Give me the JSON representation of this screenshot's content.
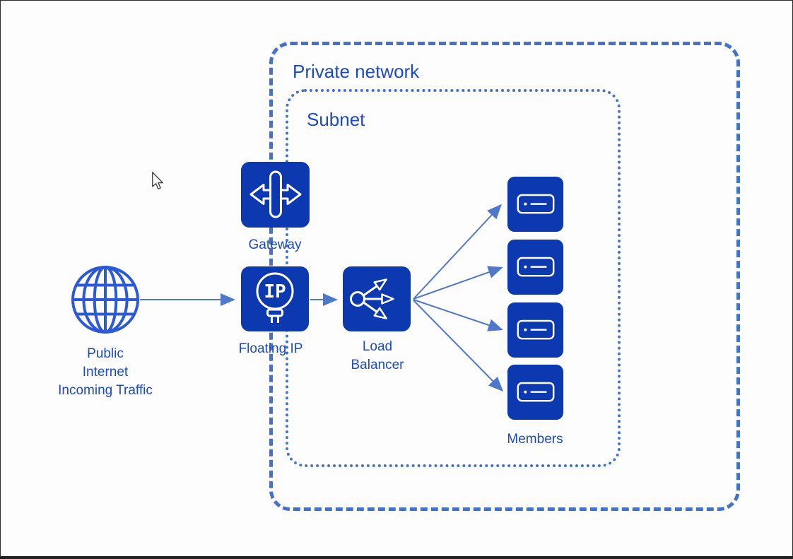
{
  "containers": {
    "private_network": {
      "label": "Private network"
    },
    "subnet": {
      "label": "Subnet"
    }
  },
  "nodes": {
    "internet": {
      "label_lines": [
        "Public",
        "Internet",
        "Incoming Traffic"
      ],
      "icon": "globe-icon"
    },
    "gateway": {
      "label": "Gateway",
      "icon": "gateway-arrows-icon"
    },
    "floating_ip": {
      "label": "Floating IP",
      "icon": "ip-balloon-icon",
      "icon_text": "IP"
    },
    "load_balancer": {
      "label_lines": [
        "Load",
        "Balancer"
      ],
      "icon": "branching-arrows-icon"
    },
    "members": {
      "label": "Members",
      "count": 4,
      "icon": "server-icon"
    }
  },
  "connections": [
    {
      "from": "internet",
      "to": "floating_ip"
    },
    {
      "from": "floating_ip",
      "to": "load_balancer"
    },
    {
      "from": "load_balancer",
      "to": "member-1"
    },
    {
      "from": "load_balancer",
      "to": "member-2"
    },
    {
      "from": "load_balancer",
      "to": "member-3"
    },
    {
      "from": "load_balancer",
      "to": "member-4"
    }
  ],
  "colors": {
    "node_fill": "#0d39b0",
    "label_text": "#1c49c5",
    "container_border": "#4472c8",
    "arrow": "#4f77ca",
    "globe_stroke": "#2b59d8",
    "icon_stroke": "#ffffff",
    "background": "#fdfdfd"
  }
}
